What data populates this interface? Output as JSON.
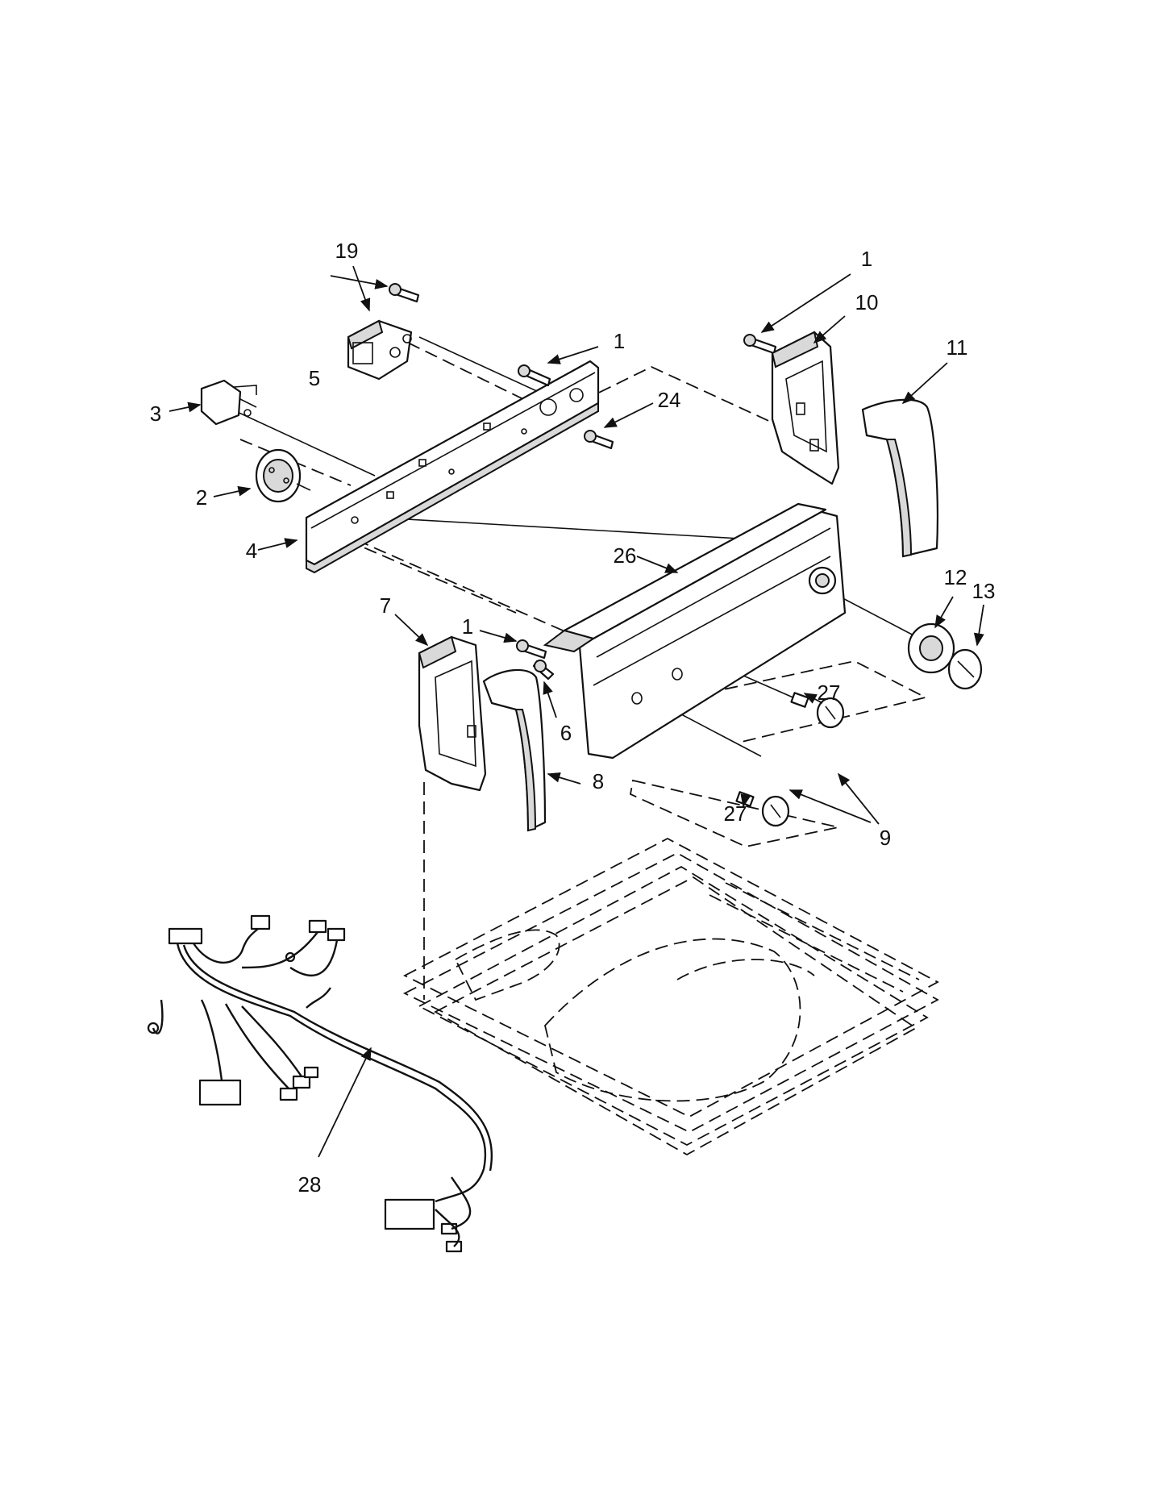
{
  "callouts": [
    {
      "id": "c19",
      "text": "19"
    },
    {
      "id": "c1a",
      "text": "1"
    },
    {
      "id": "c1b",
      "text": "1"
    },
    {
      "id": "c10",
      "text": "10"
    },
    {
      "id": "c11",
      "text": "11"
    },
    {
      "id": "c5",
      "text": "5"
    },
    {
      "id": "c24",
      "text": "24"
    },
    {
      "id": "c3",
      "text": "3"
    },
    {
      "id": "c2",
      "text": "2"
    },
    {
      "id": "c4",
      "text": "4"
    },
    {
      "id": "c26",
      "text": "26"
    },
    {
      "id": "c7",
      "text": "7"
    },
    {
      "id": "c1c",
      "text": "1"
    },
    {
      "id": "c12",
      "text": "12"
    },
    {
      "id": "c13",
      "text": "13"
    },
    {
      "id": "c27a",
      "text": "27"
    },
    {
      "id": "c6",
      "text": "6"
    },
    {
      "id": "c8",
      "text": "8"
    },
    {
      "id": "c27b",
      "text": "27"
    },
    {
      "id": "c9",
      "text": "9"
    },
    {
      "id": "c28",
      "text": "28"
    }
  ]
}
